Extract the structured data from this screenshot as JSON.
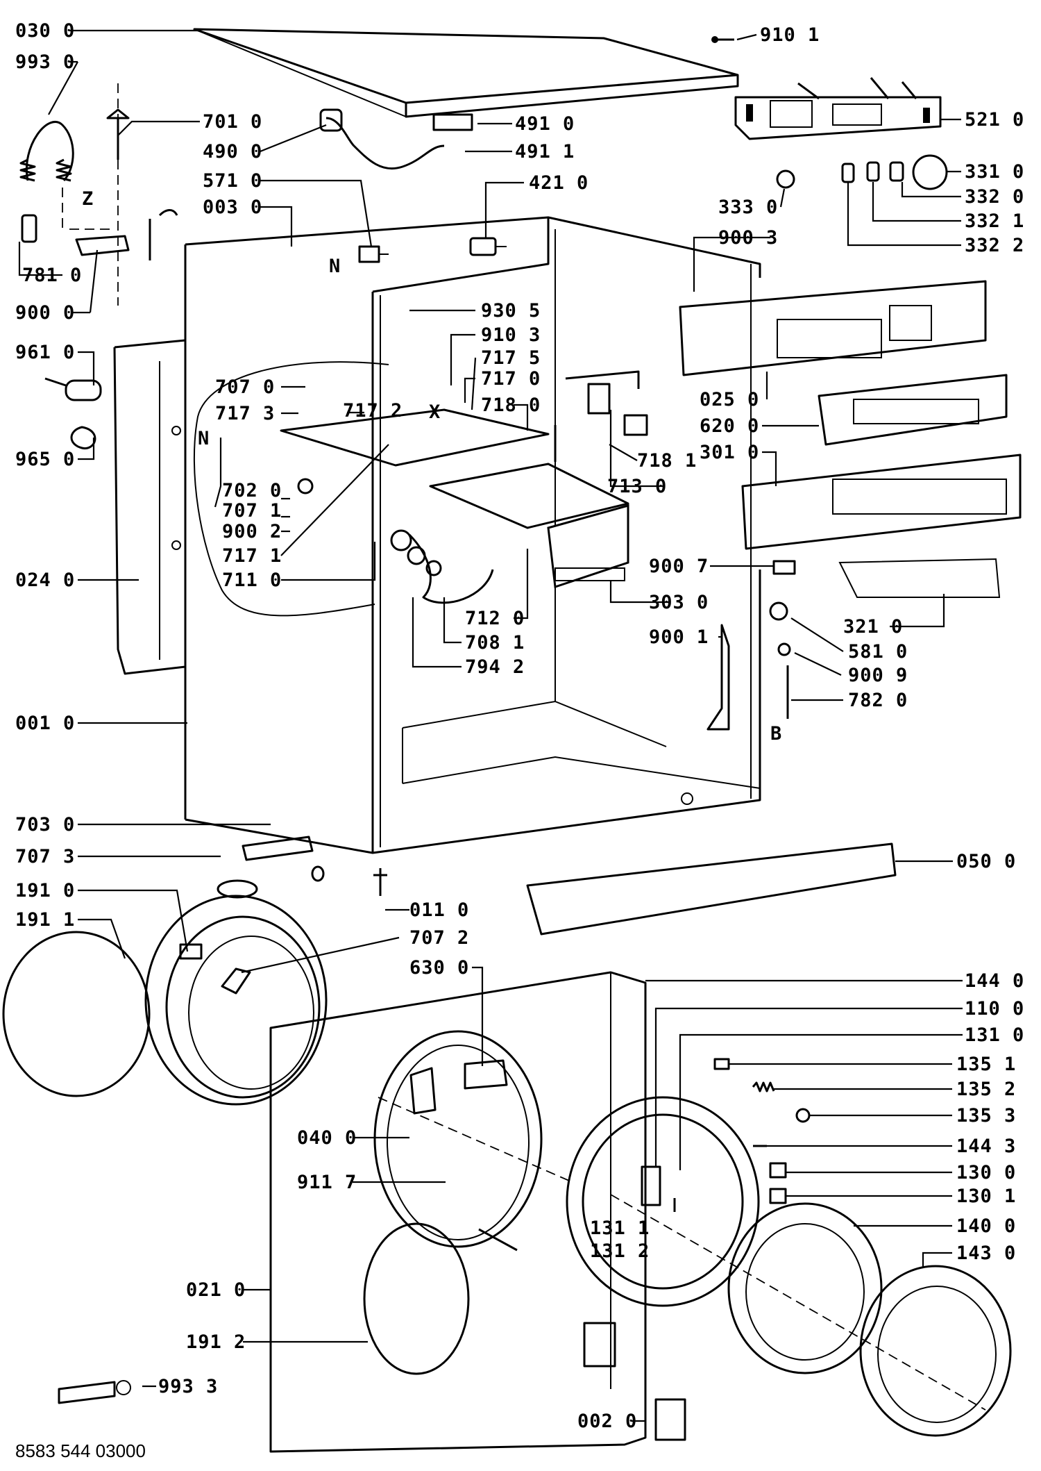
{
  "diagram": {
    "reference_number": "8583 544 03000",
    "markers": [
      "Z",
      "N",
      "N",
      "X",
      "B"
    ],
    "callouts": [
      {
        "id": "lbl-030-0",
        "text": "030 0"
      },
      {
        "id": "lbl-993-0",
        "text": "993 0"
      },
      {
        "id": "lbl-701-0",
        "text": "701 0"
      },
      {
        "id": "lbl-490-0",
        "text": "490 0"
      },
      {
        "id": "lbl-571-0",
        "text": "571 0"
      },
      {
        "id": "lbl-003-0",
        "text": "003 0"
      },
      {
        "id": "lbl-781-0",
        "text": "781 0"
      },
      {
        "id": "lbl-900-0",
        "text": "900 0"
      },
      {
        "id": "lbl-961-0",
        "text": "961 0"
      },
      {
        "id": "lbl-965-0",
        "text": "965 0"
      },
      {
        "id": "lbl-707-0",
        "text": "707 0"
      },
      {
        "id": "lbl-717-3",
        "text": "717 3"
      },
      {
        "id": "lbl-717-2",
        "text": "717 2"
      },
      {
        "id": "lbl-702-0",
        "text": "702 0"
      },
      {
        "id": "lbl-707-1",
        "text": "707 1"
      },
      {
        "id": "lbl-900-2",
        "text": "900 2"
      },
      {
        "id": "lbl-717-1",
        "text": "717 1"
      },
      {
        "id": "lbl-711-0",
        "text": "711 0"
      },
      {
        "id": "lbl-024-0",
        "text": "024 0"
      },
      {
        "id": "lbl-001-0",
        "text": "001 0"
      },
      {
        "id": "lbl-930-5",
        "text": "930 5"
      },
      {
        "id": "lbl-910-3",
        "text": "910 3"
      },
      {
        "id": "lbl-717-5",
        "text": "717 5"
      },
      {
        "id": "lbl-717-0",
        "text": "717 0"
      },
      {
        "id": "lbl-718-0",
        "text": "718 0"
      },
      {
        "id": "lbl-718-1",
        "text": "718 1"
      },
      {
        "id": "lbl-713-0",
        "text": "713 0"
      },
      {
        "id": "lbl-712-0",
        "text": "712 0"
      },
      {
        "id": "lbl-708-1",
        "text": "708 1"
      },
      {
        "id": "lbl-794-2",
        "text": "794 2"
      },
      {
        "id": "lbl-303-0",
        "text": "303 0"
      },
      {
        "id": "lbl-491-0",
        "text": "491 0"
      },
      {
        "id": "lbl-491-1",
        "text": "491 1"
      },
      {
        "id": "lbl-421-0",
        "text": "421 0"
      },
      {
        "id": "lbl-910-1",
        "text": "910 1"
      },
      {
        "id": "lbl-521-0",
        "text": "521 0"
      },
      {
        "id": "lbl-331-0",
        "text": "331 0"
      },
      {
        "id": "lbl-332-0",
        "text": "332 0"
      },
      {
        "id": "lbl-332-1",
        "text": "332 1"
      },
      {
        "id": "lbl-332-2",
        "text": "332 2"
      },
      {
        "id": "lbl-333-0",
        "text": "333 0"
      },
      {
        "id": "lbl-900-3",
        "text": "900 3"
      },
      {
        "id": "lbl-025-0",
        "text": "025 0"
      },
      {
        "id": "lbl-620-0",
        "text": "620 0"
      },
      {
        "id": "lbl-301-0",
        "text": "301 0"
      },
      {
        "id": "lbl-900-7",
        "text": "900 7"
      },
      {
        "id": "lbl-321-0",
        "text": "321 0"
      },
      {
        "id": "lbl-581-0",
        "text": "581 0"
      },
      {
        "id": "lbl-900-1",
        "text": "900 1"
      },
      {
        "id": "lbl-900-9",
        "text": "900 9"
      },
      {
        "id": "lbl-782-0",
        "text": "782 0"
      },
      {
        "id": "lbl-703-0",
        "text": "703 0"
      },
      {
        "id": "lbl-707-3",
        "text": "707 3"
      },
      {
        "id": "lbl-191-0",
        "text": "191 0"
      },
      {
        "id": "lbl-191-1",
        "text": "191 1"
      },
      {
        "id": "lbl-011-0",
        "text": "011 0"
      },
      {
        "id": "lbl-707-2",
        "text": "707 2"
      },
      {
        "id": "lbl-630-0",
        "text": "630 0"
      },
      {
        "id": "lbl-050-0",
        "text": "050 0"
      },
      {
        "id": "lbl-144-0",
        "text": "144 0"
      },
      {
        "id": "lbl-110-0",
        "text": "110 0"
      },
      {
        "id": "lbl-131-0",
        "text": "131 0"
      },
      {
        "id": "lbl-135-1",
        "text": "135 1"
      },
      {
        "id": "lbl-135-2",
        "text": "135 2"
      },
      {
        "id": "lbl-135-3",
        "text": "135 3"
      },
      {
        "id": "lbl-144-3",
        "text": "144 3"
      },
      {
        "id": "lbl-130-0",
        "text": "130 0"
      },
      {
        "id": "lbl-130-1",
        "text": "130 1"
      },
      {
        "id": "lbl-140-0",
        "text": "140 0"
      },
      {
        "id": "lbl-143-0",
        "text": "143 0"
      },
      {
        "id": "lbl-131-1",
        "text": "131 1"
      },
      {
        "id": "lbl-131-2",
        "text": "131 2"
      },
      {
        "id": "lbl-040-0",
        "text": "040 0"
      },
      {
        "id": "lbl-911-7",
        "text": "911 7"
      },
      {
        "id": "lbl-021-0",
        "text": "021 0"
      },
      {
        "id": "lbl-191-2",
        "text": "191 2"
      },
      {
        "id": "lbl-993-3",
        "text": "993 3"
      },
      {
        "id": "lbl-002-0",
        "text": "002 0"
      }
    ]
  }
}
